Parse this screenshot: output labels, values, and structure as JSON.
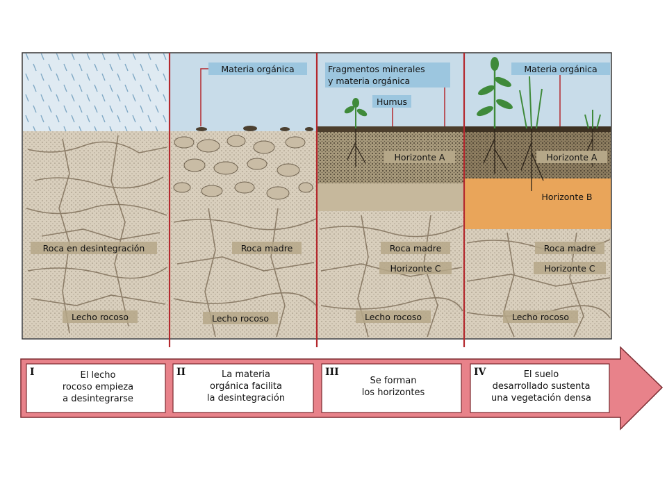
{
  "colors": {
    "sky": "#c8dce9",
    "rock": "#d9cfbd",
    "rock_dark": "#b9ab93",
    "crack": "#8c7d68",
    "soil_a": "#7b6a4f",
    "soil_a_light": "#a89a7c",
    "horizon_b": "#e9a55a",
    "label_bg_blue": "#9cc6df",
    "label_bg_tan": "#b5a788",
    "divider": "#b4282d",
    "arrow_fill": "#e8828a",
    "arrow_stroke": "#7a2a30",
    "plant": "#3f8a3a"
  },
  "panels": [
    {
      "name": "I",
      "labels": {
        "rock": "Roca en desintegración",
        "bedrock": "Lecho rocoso"
      }
    },
    {
      "name": "II",
      "labels": {
        "organic": "Materia orgánica",
        "parent": "Roca madre",
        "bedrock": "Lecho rocoso"
      }
    },
    {
      "name": "III",
      "labels": {
        "fragments_1": "Fragmentos minerales",
        "fragments_2": "y materia orgánica",
        "humus": "Humus",
        "horizon_a": "Horizonte A",
        "parent": "Roca madre",
        "horizon_c": "Horizonte C",
        "bedrock": "Lecho rocoso"
      }
    },
    {
      "name": "IV",
      "labels": {
        "organic": "Materia orgánica",
        "horizon_a": "Horizonte A",
        "horizon_b": "Horizonte B",
        "parent": "Roca madre",
        "horizon_c": "Horizonte C",
        "bedrock": "Lecho rocoso"
      }
    }
  ],
  "steps": [
    {
      "numeral": "I",
      "lines": [
        "El lecho",
        "rocoso empieza",
        "a desintegrarse"
      ]
    },
    {
      "numeral": "II",
      "lines": [
        "La materia",
        "orgánica facilita",
        "la desintegración"
      ]
    },
    {
      "numeral": "III",
      "lines": [
        "Se forman",
        "los horizontes"
      ]
    },
    {
      "numeral": "IV",
      "lines": [
        "El suelo",
        "desarrollado sustenta",
        "una vegetación densa"
      ]
    }
  ]
}
